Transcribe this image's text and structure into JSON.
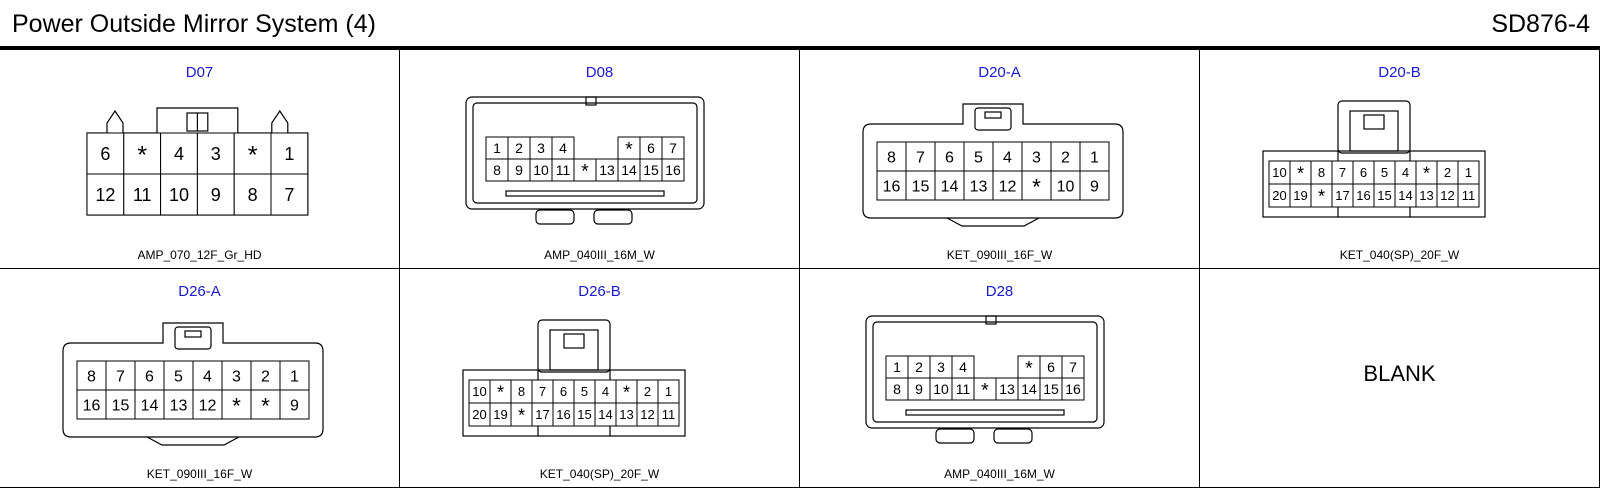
{
  "header": {
    "title": "Power Outside Mirror System (4)",
    "code": "SD876-4"
  },
  "connectors": [
    {
      "id": "D07",
      "part": "AMP_070_12F_Gr_HD",
      "style": "d07",
      "rows": [
        [
          "6",
          "*",
          "4",
          "3",
          "*",
          "1"
        ],
        [
          "12",
          "11",
          "10",
          "9",
          "8",
          "7"
        ]
      ]
    },
    {
      "id": "D08",
      "part": "AMP_040III_16M_W",
      "style": "d08",
      "rows": [
        [
          "1",
          "2",
          "3",
          "4",
          "",
          "",
          "*",
          "6",
          "7"
        ],
        [
          "8",
          "9",
          "10",
          "11",
          "*",
          "13",
          "14",
          "15",
          "16"
        ]
      ]
    },
    {
      "id": "D20-A",
      "part": "KET_090III_16F_W",
      "style": "ket16",
      "rows": [
        [
          "8",
          "7",
          "6",
          "5",
          "4",
          "3",
          "2",
          "1"
        ],
        [
          "16",
          "15",
          "14",
          "13",
          "12",
          "*",
          "10",
          "9"
        ]
      ]
    },
    {
      "id": "D20-B",
      "part": "KET_040(SP)_20F_W",
      "style": "ket20",
      "rows": [
        [
          "10",
          "*",
          "8",
          "7",
          "6",
          "5",
          "4",
          "*",
          "2",
          "1"
        ],
        [
          "20",
          "19",
          "*",
          "17",
          "16",
          "15",
          "14",
          "13",
          "12",
          "11"
        ]
      ]
    },
    {
      "id": "D26-A",
      "part": "KET_090III_16F_W",
      "style": "ket16",
      "rows": [
        [
          "8",
          "7",
          "6",
          "5",
          "4",
          "3",
          "2",
          "1"
        ],
        [
          "16",
          "15",
          "14",
          "13",
          "12",
          "*",
          "*",
          "9"
        ]
      ]
    },
    {
      "id": "D26-B",
      "part": "KET_040(SP)_20F_W",
      "style": "ket20",
      "rows": [
        [
          "10",
          "*",
          "8",
          "7",
          "6",
          "5",
          "4",
          "*",
          "2",
          "1"
        ],
        [
          "20",
          "19",
          "*",
          "17",
          "16",
          "15",
          "14",
          "13",
          "12",
          "11"
        ]
      ]
    },
    {
      "id": "D28",
      "part": "AMP_040III_16M_W",
      "style": "d08",
      "rows": [
        [
          "1",
          "2",
          "3",
          "4",
          "",
          "",
          "*",
          "6",
          "7"
        ],
        [
          "8",
          "9",
          "10",
          "11",
          "*",
          "13",
          "14",
          "15",
          "16"
        ]
      ]
    }
  ],
  "blank_label": "BLANK"
}
